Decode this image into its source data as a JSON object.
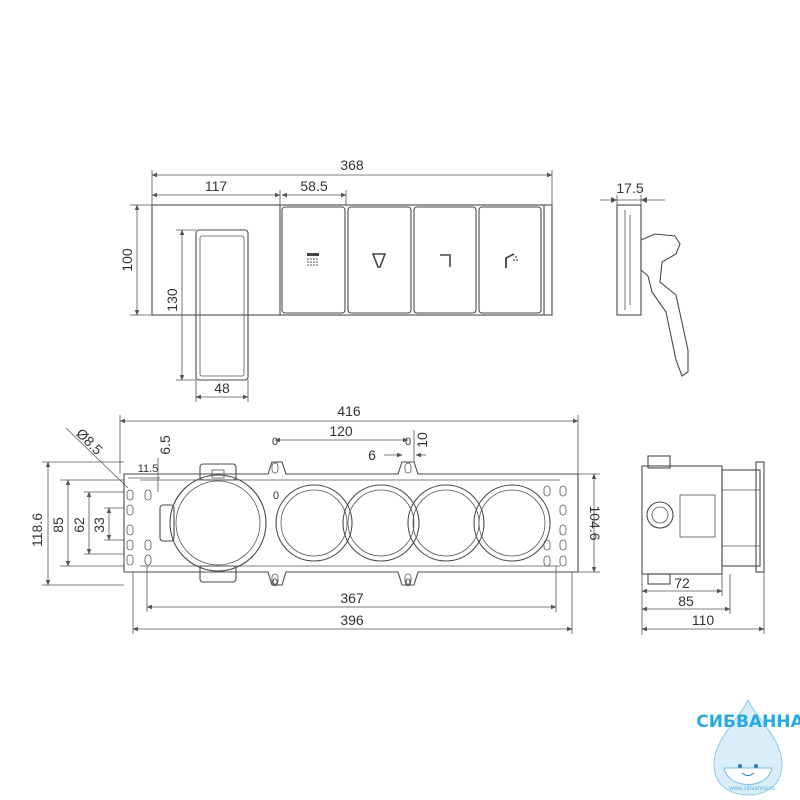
{
  "dimensions": {
    "front_total_width": "368",
    "front_left_width": "117",
    "front_button_width": "58.5",
    "front_height": "100",
    "front_handle_height": "130",
    "front_handle_width": "48",
    "side_depth": "17.5",
    "box_total_width": "416",
    "box_hole_dia": "Ø8.5",
    "box_spacing_120": "120",
    "box_6": "6",
    "box_10": "10",
    "box_6_5": "6.5",
    "box_11_5": "11.5",
    "box_height_118_6": "118.6",
    "box_85": "85",
    "box_62": "62",
    "box_33": "33",
    "box_104_6": "104.6",
    "box_367": "367",
    "box_396": "396",
    "side_72": "72",
    "side_85": "85",
    "side_110": "110"
  },
  "slot_markers": [
    "0",
    "0",
    "0",
    "0",
    "0"
  ],
  "logo": {
    "name": "СИБВАННА",
    "url": "www.sibvanna.ru",
    "color": "#29a9e0"
  },
  "icons": [
    "shower-icon",
    "spout-icon",
    "l-spout-icon",
    "hand-shower-icon"
  ]
}
